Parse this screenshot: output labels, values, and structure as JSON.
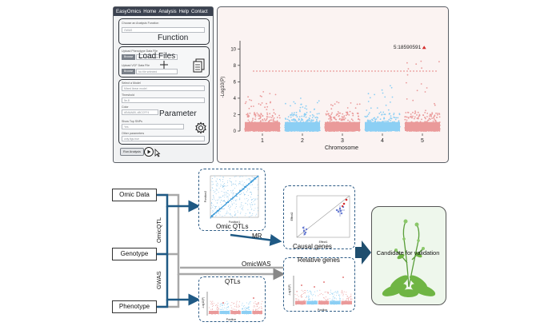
{
  "app": {
    "brand": "EasyOmics",
    "nav": [
      "Home",
      "Analysis",
      "Help",
      "Contact"
    ],
    "function_section": {
      "title": "Function",
      "field_label": "Choose an Analysis Function",
      "field_value": "GWAS"
    },
    "load_section": {
      "title": "Load Files",
      "pheno_label": "Upload Phenotype Data File",
      "vcf_label": "Upload VCF Data File",
      "browse_label": "Browse",
      "pheno_file": "flg.txt/phenotype",
      "vcf_file": "No file selected"
    },
    "param_section": {
      "title": "Parameter",
      "model_label": "Select a Model",
      "model_value": "Mixed linear model",
      "threshold_label": "Threshold",
      "threshold_value": "5e-8",
      "color_label": "Color",
      "color_value": "#EA6A6B, #8CCFF4",
      "top_snps_label": "Show Top SNPs",
      "top_snps_value": "Yes",
      "other_label": "Other parameters",
      "other_value": "only.figs.true"
    },
    "run_button": "Run Analysis"
  },
  "chart_data": {
    "type": "scatter",
    "title": "",
    "xlabel": "Chromosome",
    "ylabel": "-Log10(P)",
    "ylim": [
      0,
      11
    ],
    "yticks": [
      0,
      2,
      4,
      6,
      8,
      10
    ],
    "categories": [
      "1",
      "2",
      "3",
      "4",
      "5"
    ],
    "series_colors": [
      "#EA9A9A",
      "#8CCFF4",
      "#EA9A9A",
      "#8CCFF4",
      "#EA9A9A"
    ],
    "threshold": 7.3,
    "threshold_color": "#e06060",
    "top_snp": {
      "label": "5:18590591",
      "chromosome": "5",
      "value": 10.2
    },
    "peaks": [
      {
        "chromosome": "1",
        "value": 4.9
      },
      {
        "chromosome": "2",
        "value": 4.0
      },
      {
        "chromosome": "3",
        "value": 3.6
      },
      {
        "chromosome": "4",
        "value": 5.8
      },
      {
        "chromosome": "5",
        "value": 8.6
      }
    ]
  },
  "workflow": {
    "inputs": {
      "omic": "Omic Data",
      "genotype": "Genotype",
      "phenotype": "Phenotype"
    },
    "vertical_labels": {
      "omicqtl": "OmicQTL",
      "gwas": "GWAS"
    },
    "omic_qtls": {
      "title": "Omic QTLs",
      "xlabel": "Position1",
      "ylabel": "Position2"
    },
    "qtls": {
      "title": "QTLs",
      "xlabel": "Position",
      "ylabel": "-Log10(P)"
    },
    "causal": {
      "title": "Causal genes",
      "xlabel": "Effect1",
      "ylabel": "Effect2"
    },
    "relative": {
      "title": "Relative genes",
      "xlabel": "Position",
      "ylabel": "-Log10(P)"
    },
    "mr_label": "MR",
    "omicwas_label": "OmicWAS",
    "candidate": "Candidate for validation",
    "colors": {
      "blue": "#1f5a85",
      "gray": "#9a9a9a",
      "arrow": "#1f4e6e"
    }
  }
}
